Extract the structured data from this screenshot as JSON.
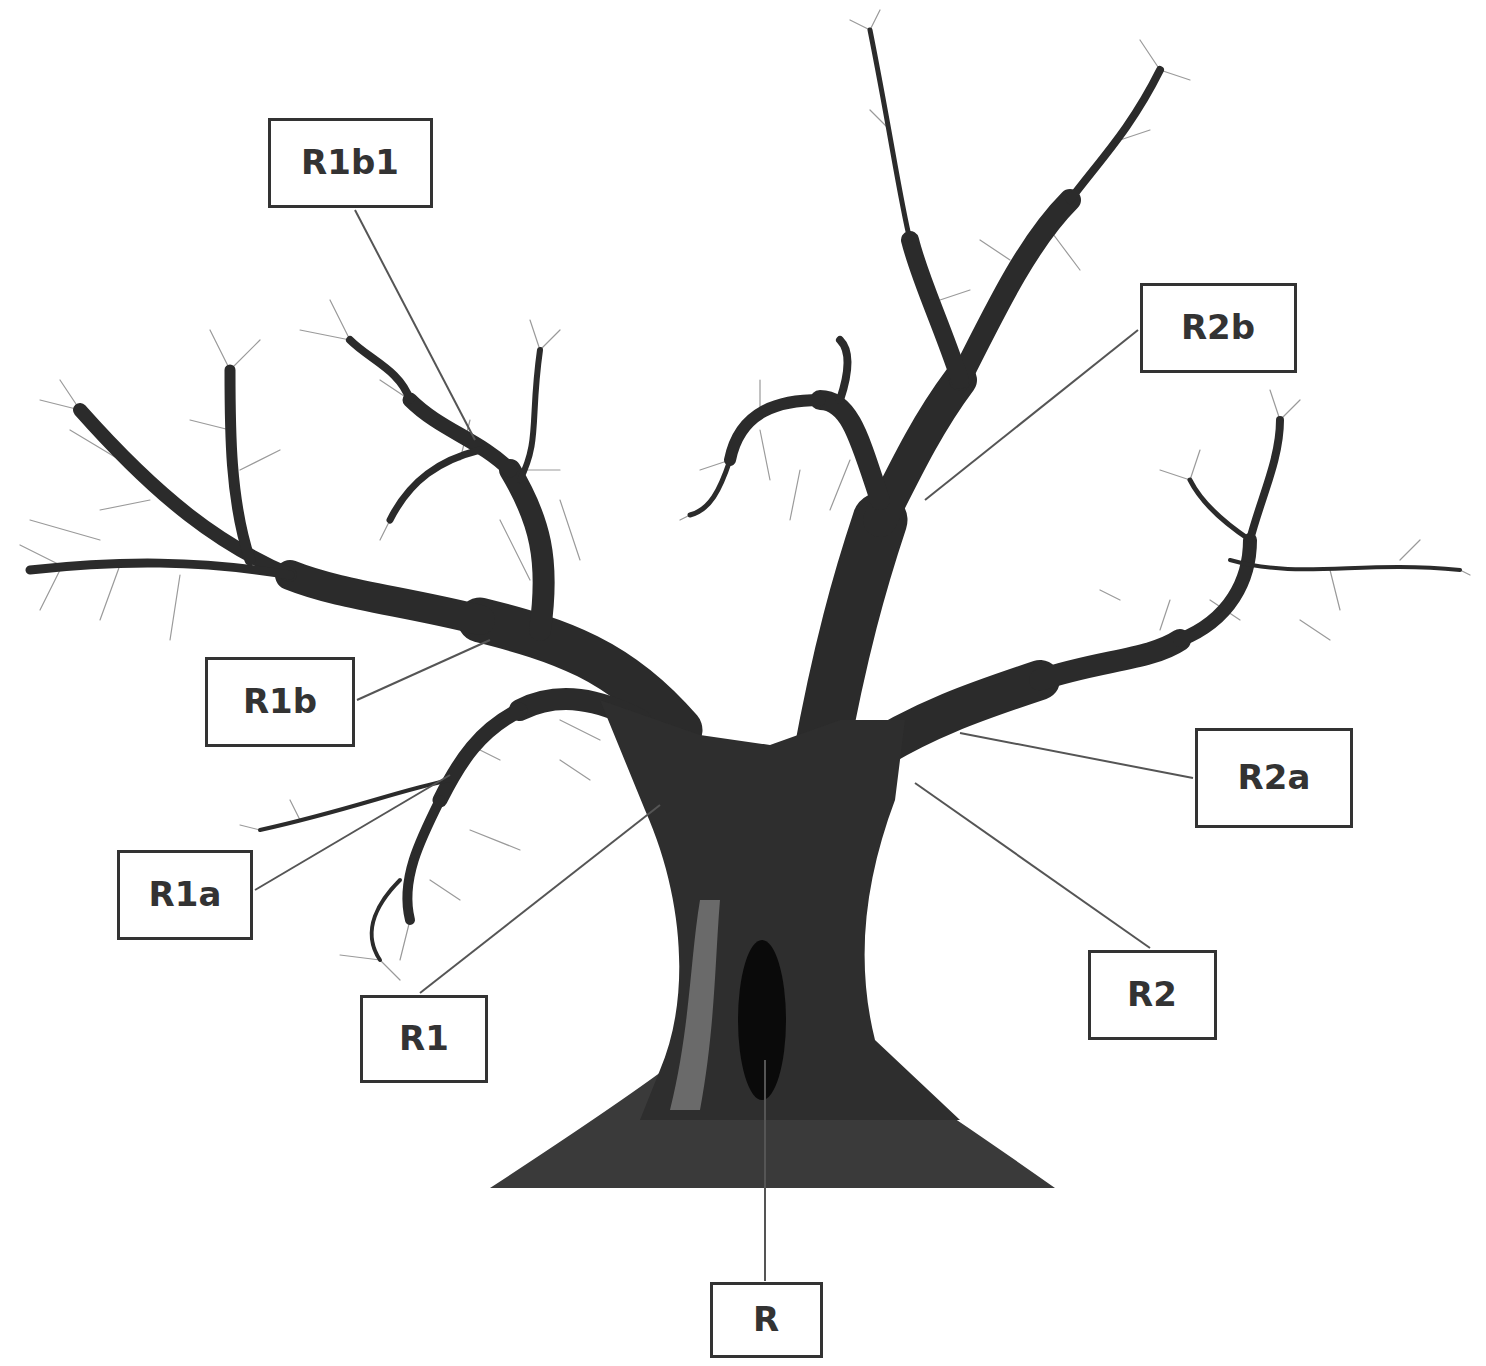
{
  "diagram": {
    "nodes": [
      {
        "text": [
          "R1b1"
        ]
      },
      {
        "text": [
          "R2b"
        ]
      },
      {
        "text": [
          "R1b"
        ]
      },
      {
        "text": [
          "R2a"
        ]
      },
      {
        "text": [
          "R1a"
        ]
      },
      {
        "text": [
          "R2"
        ]
      },
      {
        "text": [
          "R1"
        ]
      },
      {
        "text": [
          "R"
        ]
      }
    ]
  }
}
